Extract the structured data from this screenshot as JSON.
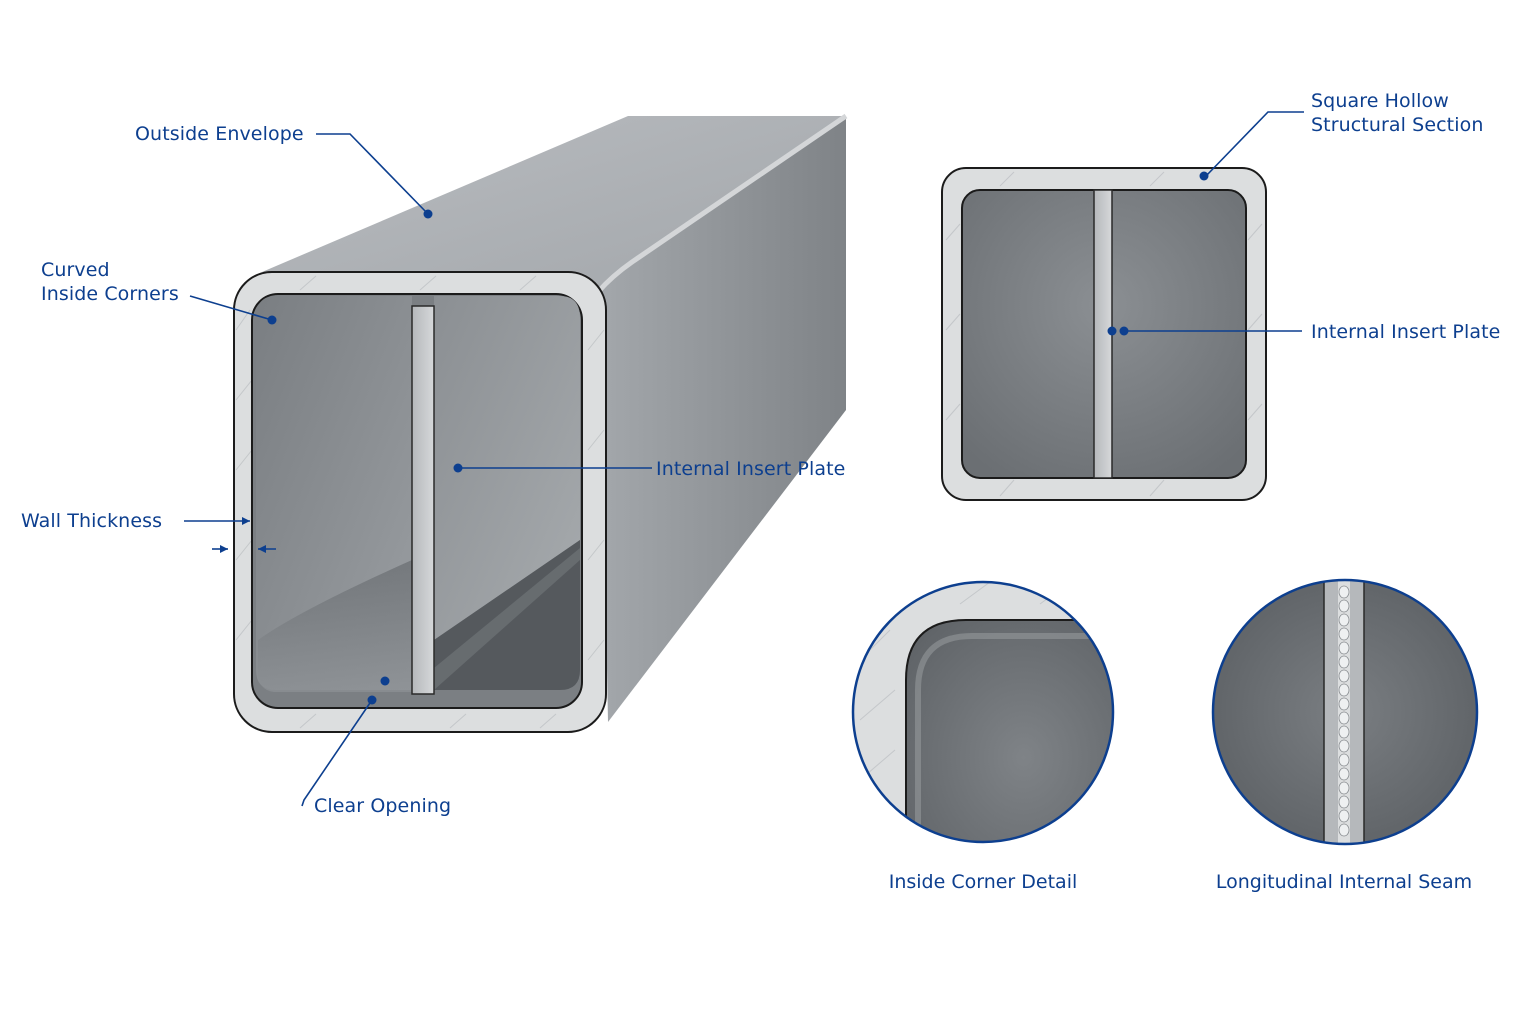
{
  "labels": {
    "outside_envelope": "Outside Envelope",
    "curved_inside_corners": "Curved\nInside Corners",
    "wall_thickness": "Wall Thickness",
    "clear_opening": "Clear Opening",
    "internal_insert_plate_main": "Internal Insert Plate",
    "square_hollow_section": "Square Hollow\nStructural Section",
    "internal_insert_plate_section": "Internal Insert Plate",
    "inside_corner_detail": "Inside Corner Detail",
    "longitudinal_internal_seam": "Longitudinal Internal Seam"
  },
  "colors": {
    "callout_blue": "#0d3f8f",
    "steel_light": "#c9cbce",
    "steel_mid": "#8e9296",
    "steel_dark": "#5f6367",
    "wall_cut": "#dcdedf"
  }
}
